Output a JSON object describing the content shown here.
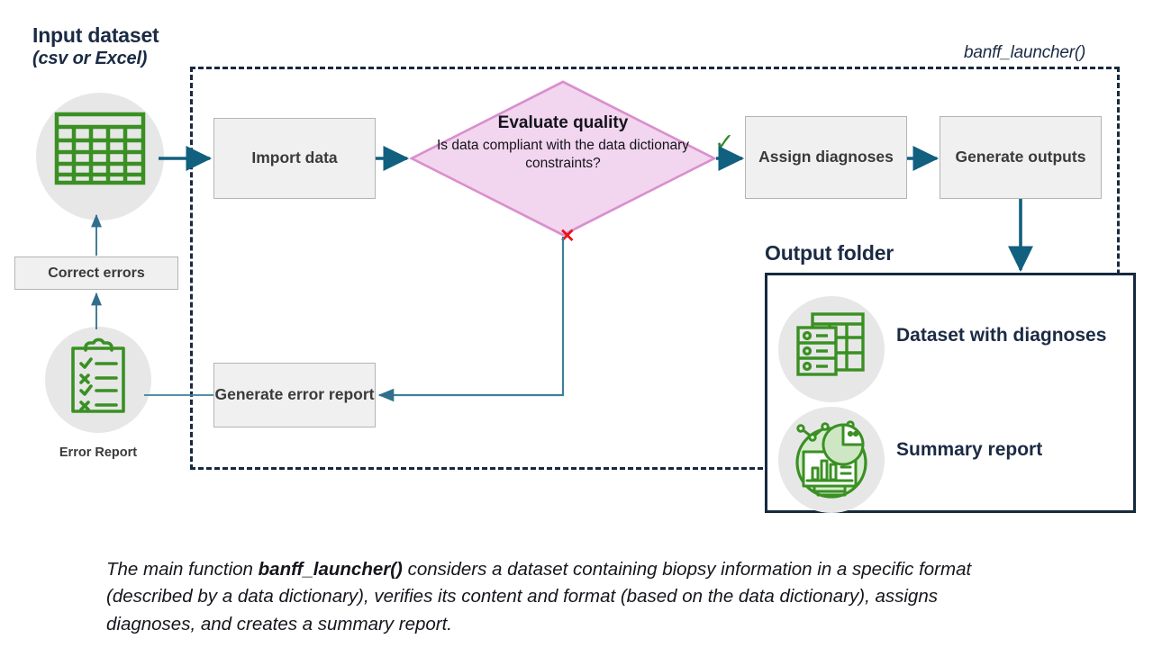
{
  "labels": {
    "input_title": "Input dataset",
    "input_subtitle": "(csv or Excel)",
    "launcher": "banff_launcher()",
    "output_title": "Output folder",
    "error_report": "Error Report"
  },
  "nodes": {
    "import": "Import data",
    "correct_errors": "Correct errors",
    "generate_error_report": "Generate error report",
    "assign_diagnoses": "Assign diagnoses",
    "generate_outputs": "Generate outputs"
  },
  "decision": {
    "title": "Evaluate quality",
    "question": "Is data compliant with the data dictionary constraints?",
    "yes_mark": "✓",
    "no_mark": "✕"
  },
  "outputs": [
    {
      "label": "Dataset with diagnoses",
      "icon": "dataset-table-icon"
    },
    {
      "label": "Summary report",
      "icon": "summary-chart-icon"
    }
  ],
  "icons": {
    "input_dataset": "table-grid-icon",
    "error_report": "clipboard-checklist-icon"
  },
  "caption": {
    "lead": "The main function ",
    "bold": "banff_launcher()",
    "rest": " considers a dataset containing biopsy information in a specific format (described by a data dictionary), verifies its content and format (based on the data dictionary), assigns diagnoses, and creates a summary report."
  },
  "colors": {
    "navy": "#16293f",
    "teal_arrow": "#11607f",
    "thin_arrow": "#3f7f99",
    "diamond_fill": "#f2d5ee",
    "diamond_stroke": "#d98fcd",
    "box_fill": "#f0f0f0",
    "box_stroke": "#b4b4b4",
    "circle_fill": "#e7e7e7",
    "green": "#3a9023",
    "check_green": "#2d8a2d",
    "x_red": "#e8141a"
  }
}
